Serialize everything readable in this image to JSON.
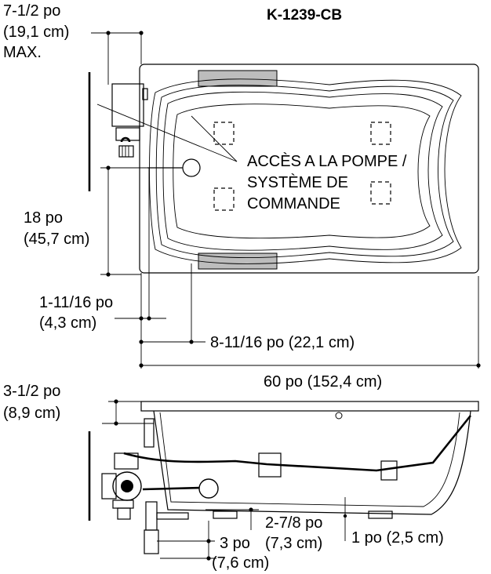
{
  "model": "K-1239-CB",
  "labels": {
    "max_pump_clearance": [
      "7-1/2 po",
      "(19,1 cm)",
      "MAX."
    ],
    "pump_access": [
      "ACCÈS A LA POMPE /",
      "SYSTÈME DE",
      "COMMANDE"
    ],
    "drain_offset": [
      "18 po",
      "(45,7 cm)"
    ],
    "edge_offset": [
      "1-11/16 po",
      "(4,3 cm)"
    ],
    "drain_from_end": "8-11/16 po (22,1 cm)",
    "overall_length": "60 po (152,4 cm)",
    "rim_height": [
      "3-1/2 po",
      "(8,9 cm)"
    ],
    "pump_height": [
      "2-7/8 po",
      "(7,3 cm)"
    ],
    "base_height": "1 po (2,5 cm)",
    "drain_height": [
      "3 po",
      "(7,6 cm)"
    ]
  }
}
